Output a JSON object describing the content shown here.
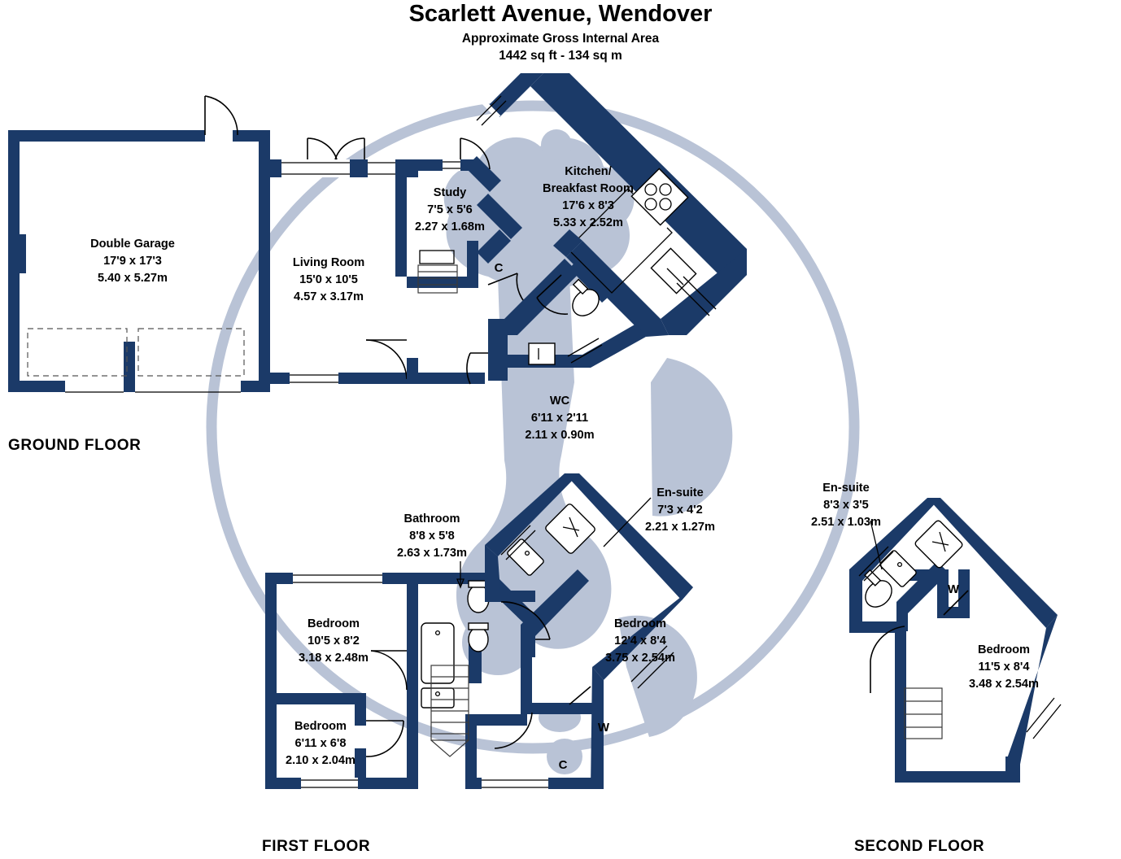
{
  "header": {
    "title": "Scarlett Avenue, Wendover",
    "subtitle_line1": "Approximate Gross Internal Area",
    "subtitle_line2": "1442 sq ft - 134 sq m"
  },
  "colors": {
    "wall": "#1b3a68",
    "ghost": "#b9c3d6",
    "text": "#000000",
    "background": "#ffffff"
  },
  "floors": [
    {
      "id": "ground",
      "label": "GROUND FLOOR",
      "rooms": [
        {
          "name": "Double Garage",
          "imperial": "17'9 x 17'3",
          "metric": "5.40 x 5.27m"
        },
        {
          "name": "Living Room",
          "imperial": "15'0 x 10'5",
          "metric": "4.57 x 3.17m"
        },
        {
          "name": "Study",
          "imperial": "7'5 x 5'6",
          "metric": "2.27 x 1.68m"
        },
        {
          "name_line1": "Kitchen/",
          "name_line2": "Breakfast Room",
          "imperial": "17'6 x 8'3",
          "metric": "5.33 x 2.52m"
        },
        {
          "name": "WC",
          "imperial": "6'11 x 2'11",
          "metric": "2.11 x 0.90m"
        }
      ],
      "markers": [
        {
          "label": "C"
        }
      ]
    },
    {
      "id": "first",
      "label": "FIRST FLOOR",
      "rooms": [
        {
          "name": "Bathroom",
          "imperial": "8'8 x 5'8",
          "metric": "2.63 x 1.73m"
        },
        {
          "name": "En-suite",
          "imperial": "7'3 x 4'2",
          "metric": "2.21 x 1.27m"
        },
        {
          "name": "Bedroom",
          "imperial": "10'5 x 8'2",
          "metric": "3.18 x 2.48m"
        },
        {
          "name": "Bedroom",
          "imperial": "6'11 x 6'8",
          "metric": "2.10 x 2.04m"
        },
        {
          "name": "Bedroom",
          "imperial": "12'4 x 8'4",
          "metric": "3.75 x 2.54m"
        }
      ],
      "markers": [
        {
          "label": "W"
        },
        {
          "label": "C"
        }
      ]
    },
    {
      "id": "second",
      "label": "SECOND FLOOR",
      "rooms": [
        {
          "name": "En-suite",
          "imperial": "8'3 x 3'5",
          "metric": "2.51 x 1.03m"
        },
        {
          "name": "Bedroom",
          "imperial": "11'5 x 8'4",
          "metric": "3.48 x 2.54m"
        }
      ],
      "markers": [
        {
          "label": "W"
        }
      ]
    }
  ]
}
